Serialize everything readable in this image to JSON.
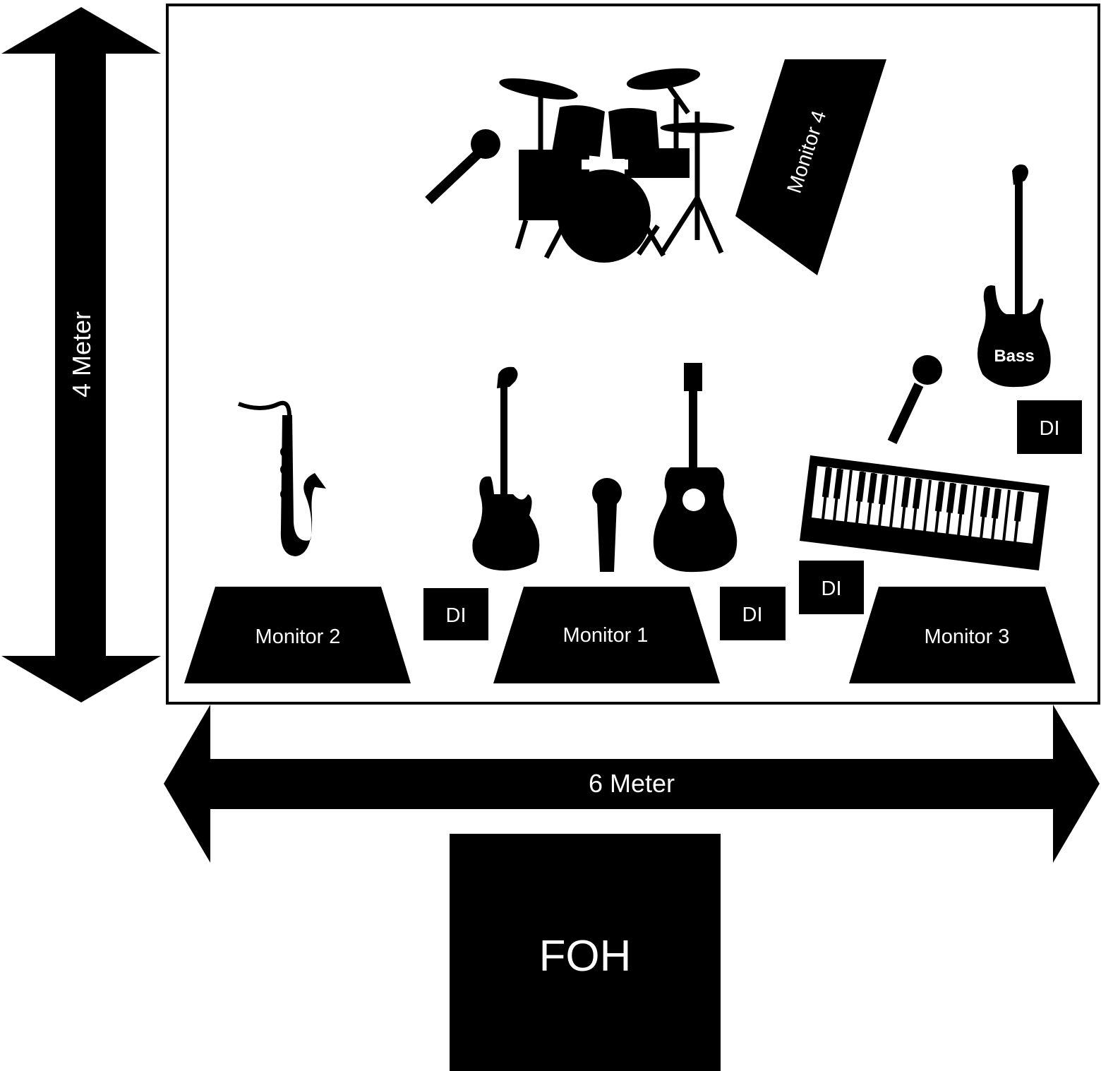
{
  "dimensions": {
    "depth_label": "4 Meter",
    "width_label": "6 Meter"
  },
  "monitors": {
    "monitor_1": "Monitor 1",
    "monitor_2": "Monitor 2",
    "monitor_3": "Monitor 3",
    "monitor_4": "Monitor 4"
  },
  "di_boxes": {
    "di_1": "DI",
    "di_2": "DI",
    "di_3": "DI",
    "di_4": "DI"
  },
  "instruments": {
    "bass_label": "Bass"
  },
  "foh_label": "FOH",
  "icons": [
    "drum-kit-icon",
    "microphone-icon",
    "saxophone-icon",
    "electric-guitar-icon",
    "acoustic-guitar-icon",
    "bass-guitar-icon",
    "keyboard-icon"
  ],
  "colors": {
    "fill": "#000000",
    "background": "#ffffff"
  }
}
